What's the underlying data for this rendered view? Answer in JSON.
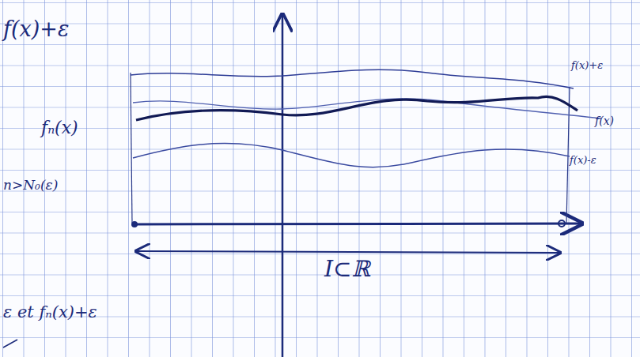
{
  "diagram": {
    "labels": [
      "f(x)+ε",
      "fₙ(x)",
      "n>N₀(ε)",
      "f(x)+ε",
      "f(x)",
      "f(x)-ε",
      "I⊂ℝ",
      "ε et fₙ(x)+ε"
    ]
  }
}
